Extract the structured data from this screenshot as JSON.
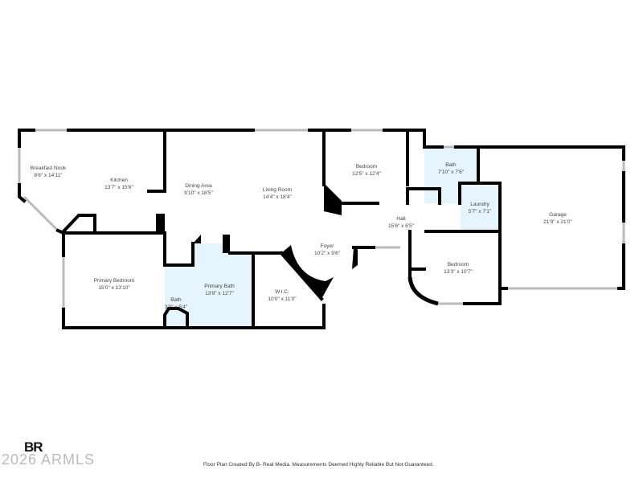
{
  "rooms": [
    {
      "name": "Breakfast Nook",
      "size": "8'6\" x 14'11\""
    },
    {
      "name": "Kitchen",
      "size": "13'7\" x 15'6\""
    },
    {
      "name": "Dining Area",
      "size": "9'10\" x 18'5\""
    },
    {
      "name": "Living Room",
      "size": "14'4\" x 18'4\""
    },
    {
      "name": "Bedroom",
      "size": "12'5\" x 12'4\""
    },
    {
      "name": "Bath",
      "size": "7'10\" x 7'6\""
    },
    {
      "name": "Laundry",
      "size": "5'7\" x 7'1\""
    },
    {
      "name": "Garage",
      "size": "21'9\" x 21'0\""
    },
    {
      "name": "Hall",
      "size": "15'6\" x 6'5\""
    },
    {
      "name": "Foyer",
      "size": "10'2\" x 9'6\""
    },
    {
      "name": "Bedroom",
      "size": "13'3\" x 10'7\""
    },
    {
      "name": "Primary Bedroom",
      "size": "15'0\" x 13'10\""
    },
    {
      "name": "Primary Bath",
      "size": "13'9\" x 12'7\""
    },
    {
      "name": "Bath",
      "size": "3'0\" x 5'4\""
    },
    {
      "name": "W.I.C.",
      "size": "10'0\" x 11'0\""
    }
  ],
  "footer": {
    "credit": "Floor Plan Created By B- Real Media. Measurements Deemed Highly Reliable But Not Guaranteed.",
    "logo": "BR",
    "copyright": "2026 ARMLS"
  },
  "colors": {
    "wall": "#000000",
    "wet_room": "#e6f4fd",
    "window": "#cccccc"
  }
}
